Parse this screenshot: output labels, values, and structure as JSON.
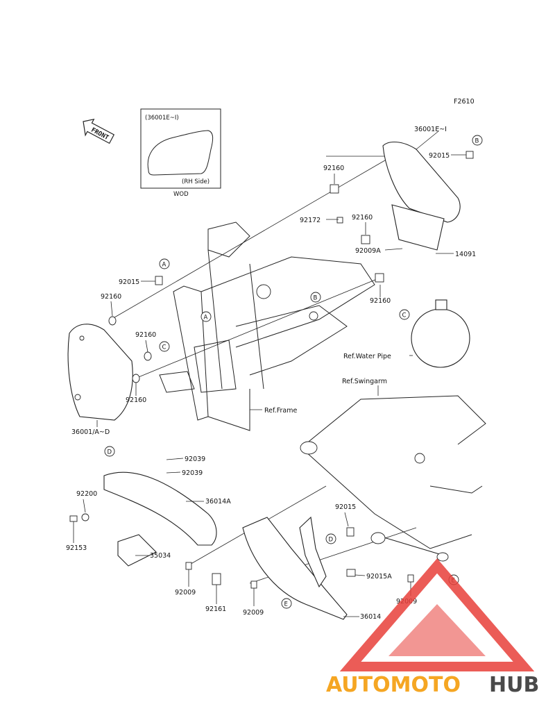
{
  "figure_code": "F2610",
  "front_label": "FRONT",
  "inset": {
    "title": "(36001E~I)",
    "side": "(RH Side)",
    "code": "WOD"
  },
  "parts": [
    "36001E~I",
    "92015",
    "92160",
    "92172",
    "92160",
    "92009A",
    "14091",
    "92015",
    "92160",
    "92160",
    "92160",
    "92160",
    "36001/A~D",
    "92039",
    "92039",
    "36014A",
    "92200",
    "92153",
    "35034",
    "92015",
    "92015A",
    "92009",
    "92161",
    "92009",
    "92009",
    "36014"
  ],
  "refs": {
    "water_pipe": "Ref.Water Pipe",
    "swingarm": "Ref.Swingarm",
    "frame": "Ref.Frame"
  },
  "markers": [
    "A",
    "B",
    "C",
    "D",
    "E"
  ],
  "watermark": {
    "part1": "AUTOMOTO",
    "part2": "HUB",
    "color1": "#f5a623",
    "color2": "#4a4a4a",
    "triangle_color": "#e8403a"
  }
}
